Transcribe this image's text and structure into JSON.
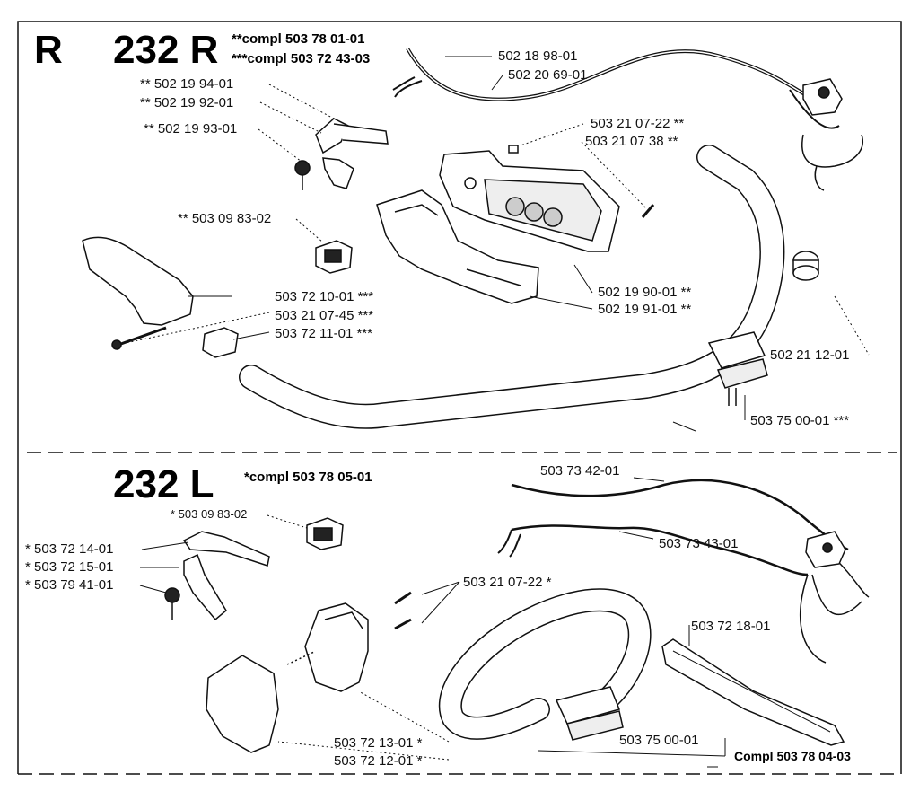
{
  "section_r": {
    "letter": "R",
    "model": "232 R",
    "compl_double": "**compl 503 78 01-01",
    "compl_triple": "***compl 503 72 43-03",
    "labels": [
      "502 18 98-01",
      "502 20 69-01",
      "** 502 19 94-01",
      "** 502 19 92-01",
      "** 502 19 93-01",
      "503 21 07-22 **",
      "503 21 07 38 **",
      "** 503 09 83-02",
      "503 72 10-01 ***",
      "503 21 07-45 ***",
      "503 72 11-01 ***",
      "502 19 90-01 **",
      "502 19 91-01 **",
      "502 21 12-01",
      "503 75 00-01 ***"
    ]
  },
  "section_l": {
    "model": "232 L",
    "compl": "*compl 503 78 05-01",
    "labels": [
      "503 73 42-01",
      "* 503 09 83-02",
      "503 73 43-01",
      "* 503 72 14-01",
      "* 503 72 15-01",
      "* 503 79 41-01",
      "503 21 07-22 *",
      "503 72 18-01",
      "503 72 13-01 *",
      "503 75 00-01",
      "503 72 12-01 *"
    ],
    "compl_assembly": "Compl 503 78 04-03"
  }
}
